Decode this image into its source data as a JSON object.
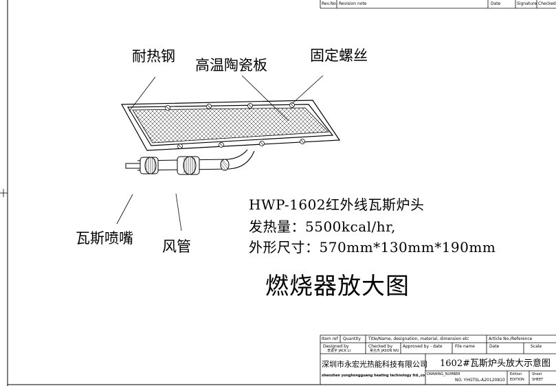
{
  "revision_table": {
    "headers": [
      "Rev.No.",
      "Revision note",
      "Date",
      "Signature",
      "Checked"
    ]
  },
  "callouts": {
    "heat_steel": "耐热钢",
    "ceramic_plate": "高温陶瓷板",
    "fixing_screw": "固定螺丝",
    "gas_nozzle": "瓦斯喷嘴",
    "air_pipe": "风管"
  },
  "specs": {
    "model": "HWP-1602红外线瓦斯炉头",
    "heat_output": "发热量：5500kcal/hr,",
    "dimensions": "外形尺寸：570mm*130mm*190mm"
  },
  "drawing_title": "燃烧器放大图",
  "title_block": {
    "item_no": "Item ref",
    "quantity": "Quantity",
    "title_name": "Title/Name, designation, material, dimension etc",
    "article_ref": "Article No./Reference",
    "designed_by_label": "Designed by",
    "designed_by_value": "李嘉宇  JACK LI",
    "checked_by_label": "Checked by",
    "checked_by_value": "吴允杰  JASON WU",
    "approved_label": "Approved by - date",
    "file_name_label": "File name",
    "date_label": "Date",
    "scale_label": "Scale",
    "company_cn": "深圳市永宏光热能科技有限公司",
    "company_en": "shenzhen yonghongguang heating technology ltd.,co",
    "drawing_title": "1602#瓦斯炉头放大示意图",
    "drawing_number_label": "DRAWING_NUMBER",
    "drawing_number": "NO.  YHGTSL-A20120810",
    "edition_label": "Edition",
    "edition_label_2": "EDITION",
    "sheet_label": "Sheet",
    "sheet_label_2": "SHEET"
  }
}
